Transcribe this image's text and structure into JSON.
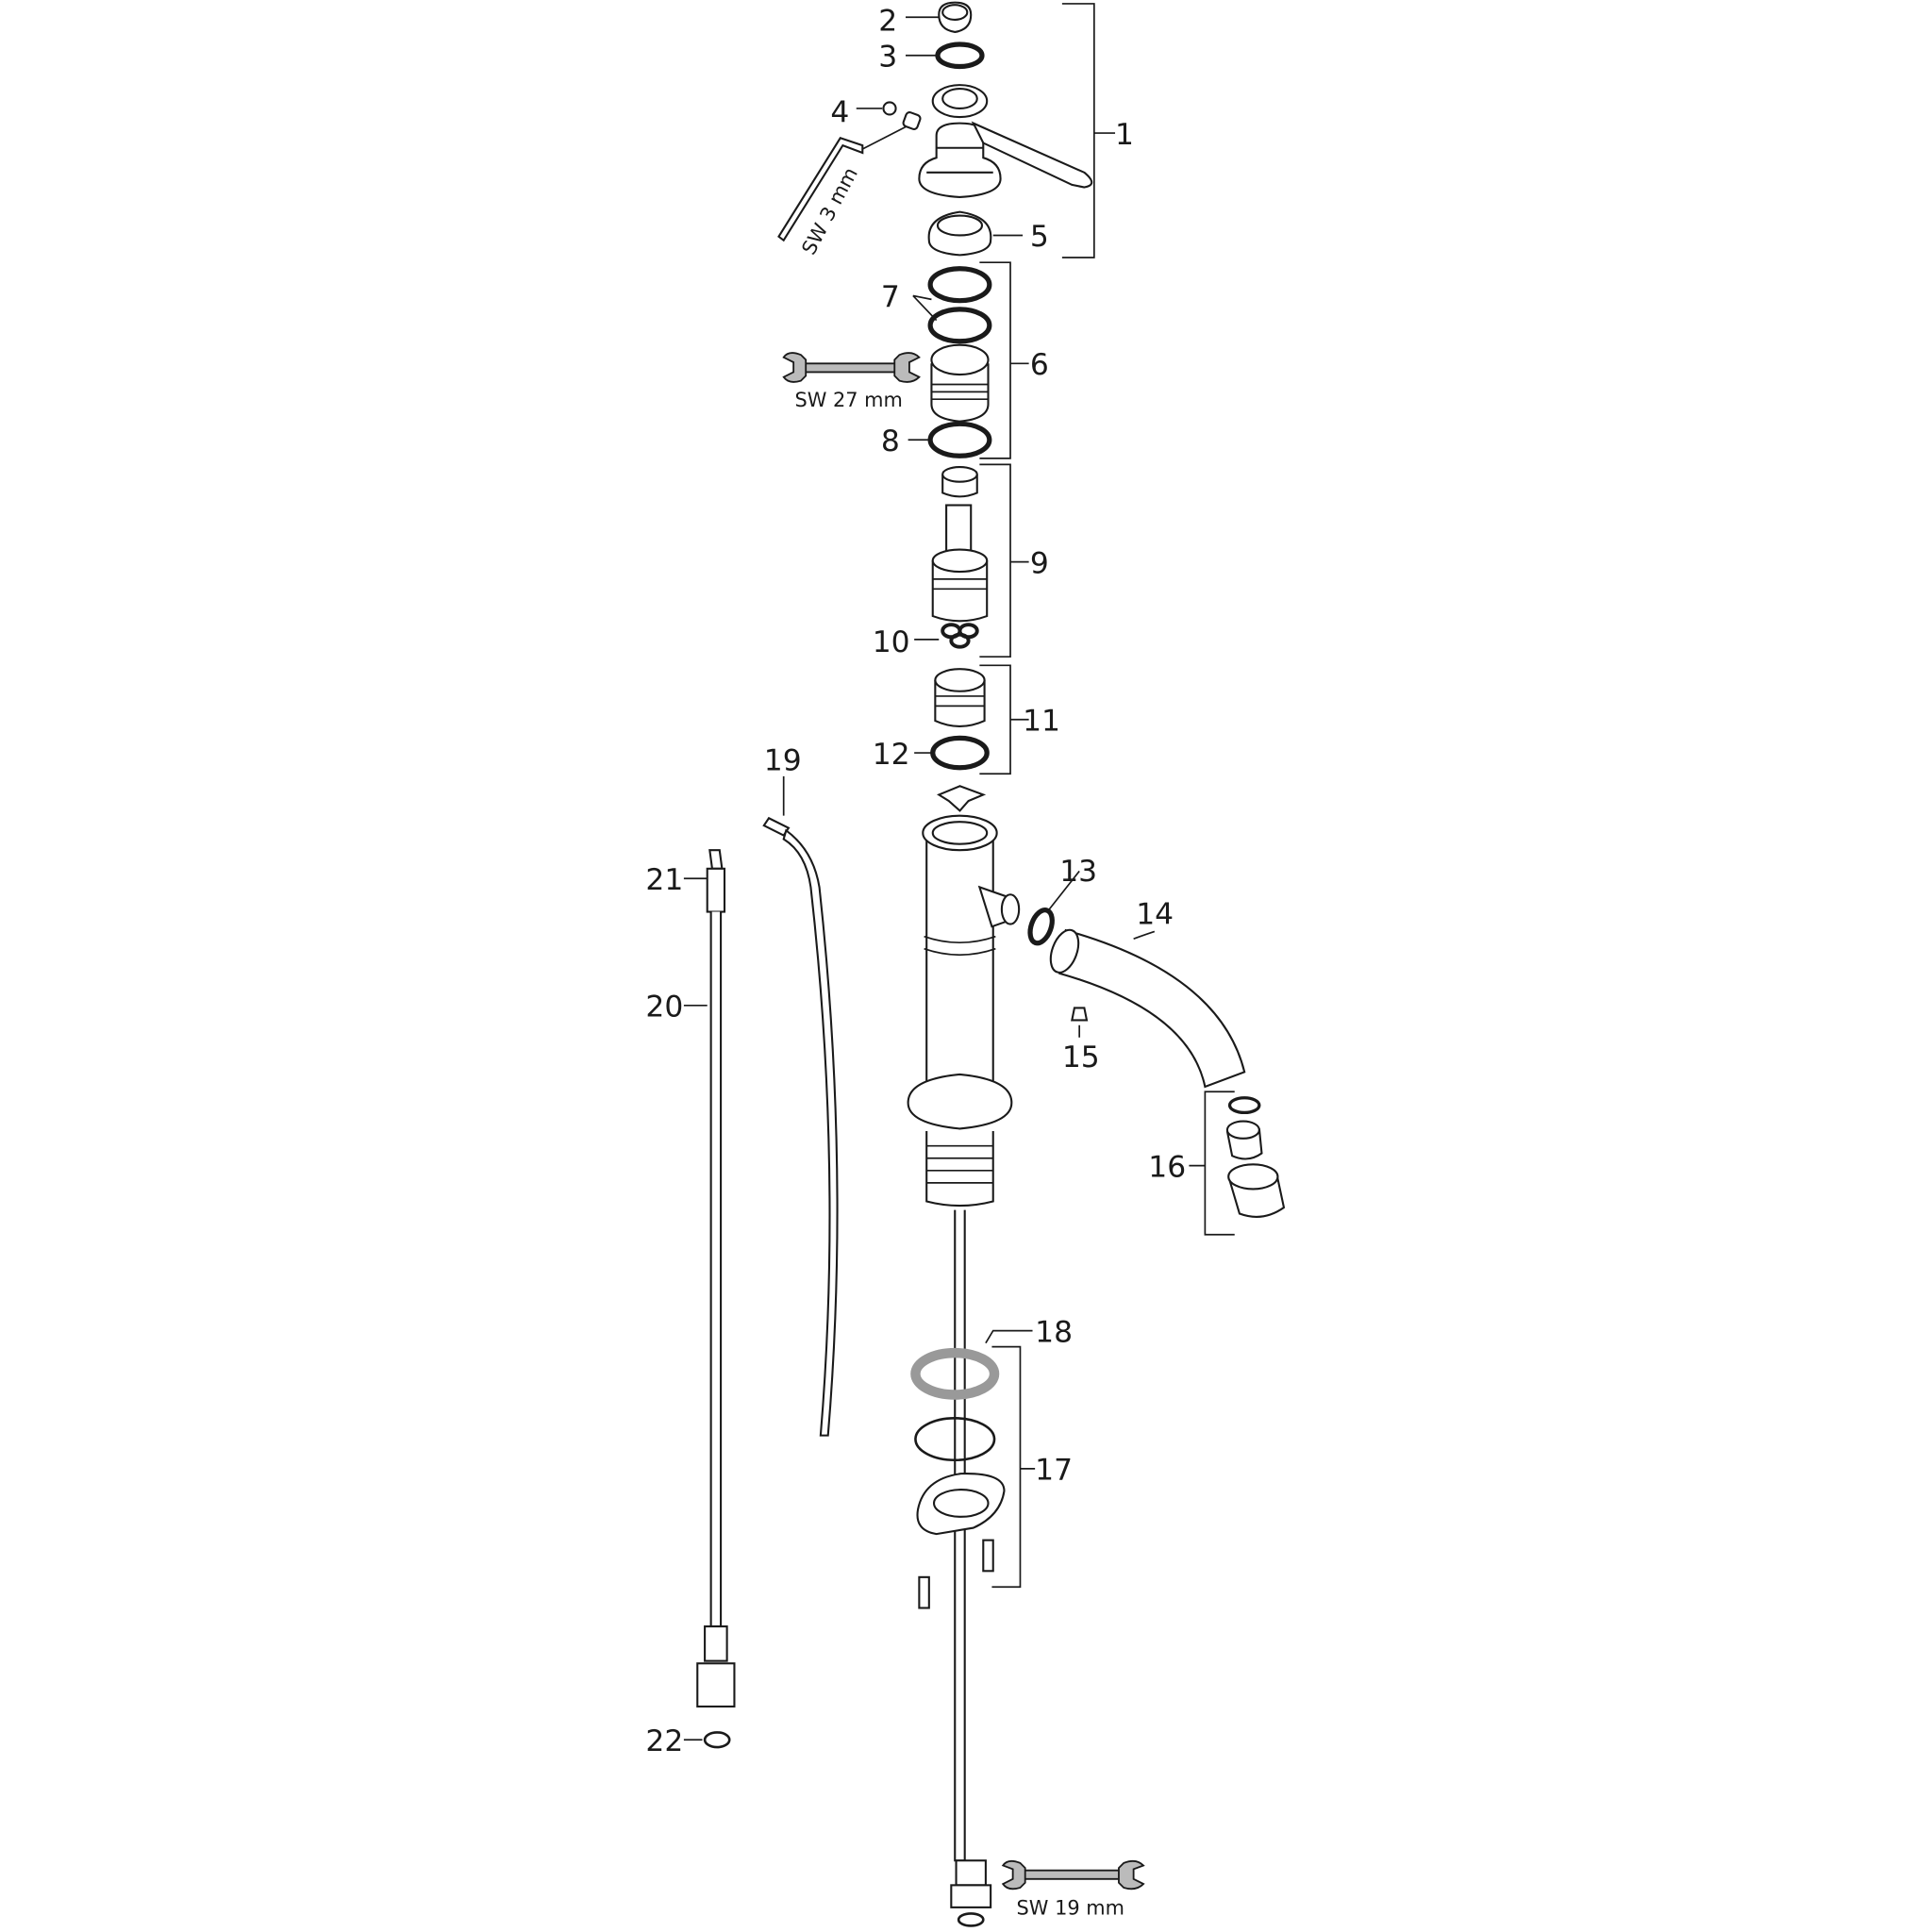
{
  "diagram": {
    "part_labels": [
      "1",
      "2",
      "3",
      "4",
      "5",
      "6",
      "7",
      "8",
      "9",
      "10",
      "11",
      "12",
      "13",
      "14",
      "15",
      "16",
      "17",
      "18",
      "19",
      "20",
      "21",
      "22"
    ],
    "tools": {
      "hex_key": "SW 3 mm",
      "wrench_large": "SW 27 mm",
      "wrench_small": "SW 19 mm"
    }
  }
}
